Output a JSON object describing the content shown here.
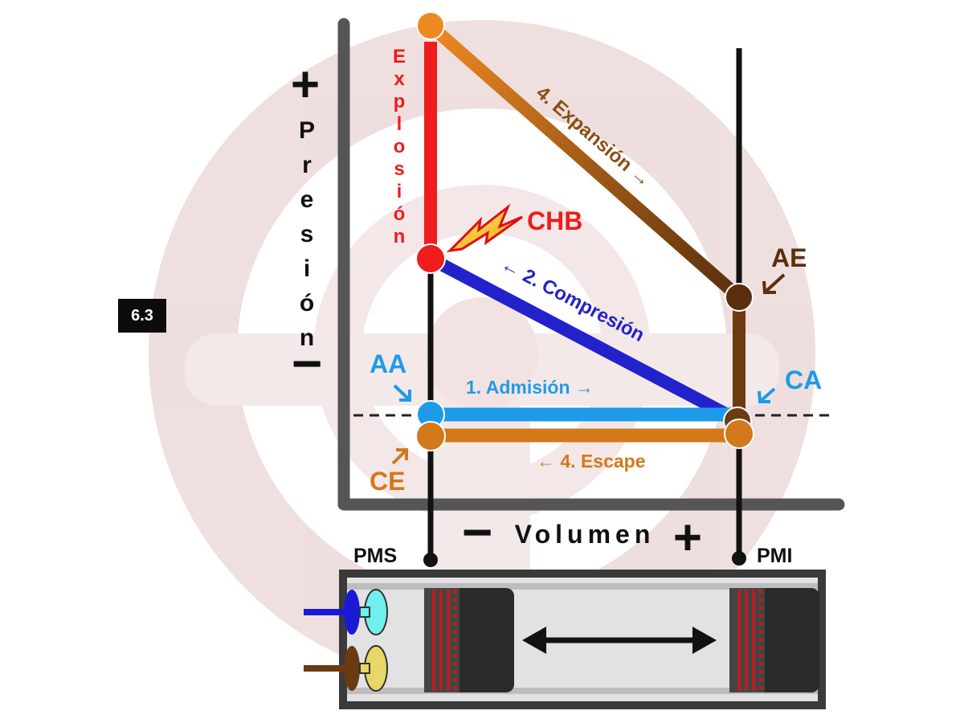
{
  "badge": "6.3",
  "axes": {
    "y_plus": "+",
    "y_minus": "−",
    "y_title_letters": [
      "P",
      "r",
      "e",
      "s",
      "i",
      "ó",
      "n"
    ],
    "x_minus": "−",
    "x_plus": "+",
    "x_title": "Volumen"
  },
  "labels": {
    "explosion_letters": [
      "E",
      "x",
      "p",
      "l",
      "o",
      "s",
      "i",
      "ó",
      "n"
    ],
    "chb": "CHB",
    "expansion": "4. Expansión →",
    "compression": "← 2. Compresión",
    "admission": "1. Admisión →",
    "escape": "← 4. Escape",
    "ae": "AE",
    "aa": "AA",
    "ca": "CA",
    "ce": "CE",
    "pms": "PMS",
    "pmi": "PMI"
  },
  "colors": {
    "explosion": "#ee1c1c",
    "expansion": "#d97c1e",
    "compression": "#2222cc",
    "admission": "#1e9be8",
    "escape": "#d4781c",
    "ae": "#5a2f0d",
    "axis": "#555555",
    "watermark": "#ecd6d6"
  }
}
